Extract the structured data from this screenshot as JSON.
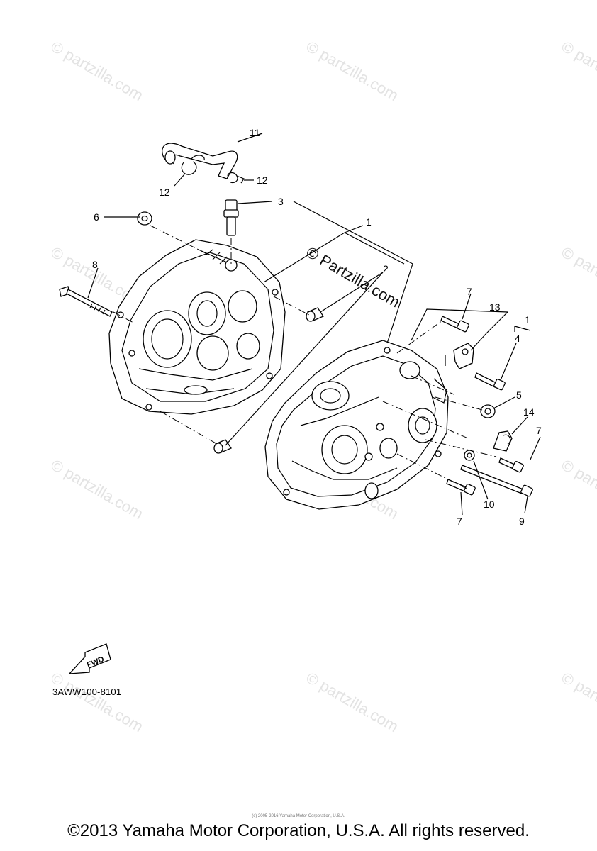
{
  "watermarks": {
    "corner_text": "© partzilla.com",
    "center_text": "© Partzilla.com"
  },
  "callouts": {
    "c1": "1",
    "c1b": "1",
    "c2": "2",
    "c3": "3",
    "c4": "4",
    "c5": "5",
    "c6": "6",
    "c7a": "7",
    "c7b": "7",
    "c7c": "7",
    "c8": "8",
    "c9": "9",
    "c10": "10",
    "c11": "11",
    "c12a": "12",
    "c12b": "12",
    "c13": "13",
    "c14": "14"
  },
  "fwd_label": "FWD",
  "diagram_code": "3AWW100-8101",
  "fine_print": "(c) 2005-2016 Yamaha Motor Corporation, U.S.A.",
  "copyright": "©2013 Yamaha Motor Corporation, U.S.A. All rights reserved."
}
